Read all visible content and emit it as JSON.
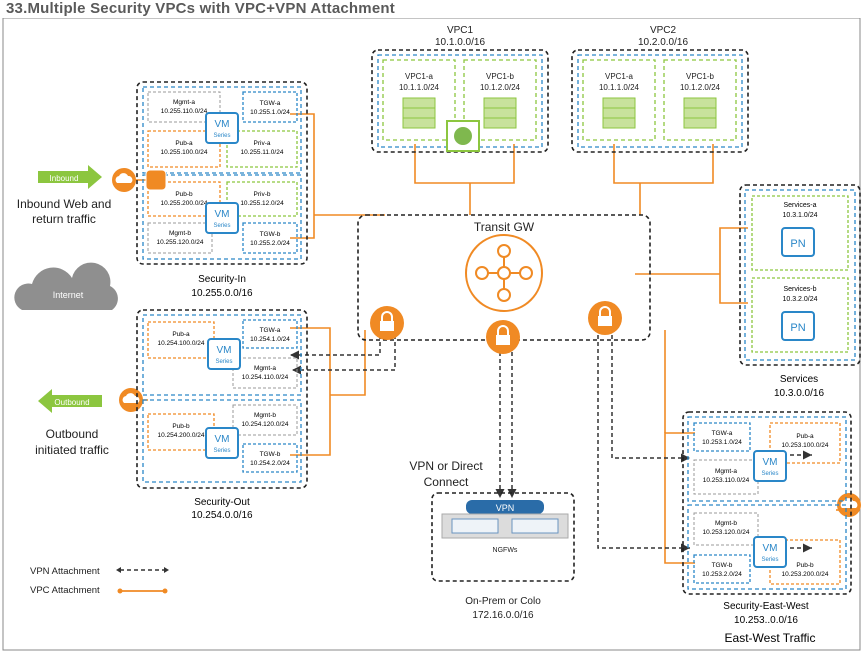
{
  "title": "33.Multiple Security VPCs with VPC+VPN Attachment",
  "colors": {
    "orange": "#f08a24",
    "green": "#8cc63f",
    "blue": "#2a87c8",
    "dark": "#222222",
    "gray": "#9a9a9a"
  },
  "vpc1": {
    "name": "VPC1",
    "cidr": "10.1.0.0/16",
    "subnet_a_name": "VPC1-a",
    "subnet_a_cidr": "10.1.1.0/24",
    "subnet_b_name": "VPC1-b",
    "subnet_b_cidr": "10.1.2.0/24"
  },
  "vpc2": {
    "name": "VPC2",
    "cidr": "10.2.0.0/16",
    "subnet_a_name": "VPC1-a",
    "subnet_a_cidr": "10.1.1.0/24",
    "subnet_b_name": "VPC1-b",
    "subnet_b_cidr": "10.1.2.0/24"
  },
  "security_in": {
    "name": "Security-In",
    "cidr": "10.255.0.0/16",
    "mgmt_a": "Mgmt-a",
    "mgmt_a_cidr": "10.255.110.0/24",
    "tgw_a": "TGW-a",
    "tgw_a_cidr": "10.255.1.0/24",
    "pub_a": "Pub-a",
    "pub_a_cidr": "10.255.100.0/24",
    "priv_a": "Priv-a",
    "priv_a_cidr": "10.255.11.0/24",
    "pub_b": "Pub-b",
    "pub_b_cidr": "10.255.200.0/24",
    "priv_b": "Priv-b",
    "priv_b_cidr": "10.255.12.0/24",
    "mgmt_b": "Mgmt-b",
    "mgmt_b_cidr": "10.255.120.0/24",
    "tgw_b": "TGW-b",
    "tgw_b_cidr": "10.255.2.0/24"
  },
  "security_out": {
    "name": "Security-Out",
    "cidr": "10.254.0.0/16",
    "pub_a": "Pub-a",
    "pub_a_cidr": "10.254.100.0/24",
    "tgw_a": "TGW-a",
    "tgw_a_cidr": "10.254.1.0/24",
    "mgmt_a": "Mgmt-a",
    "mgmt_a_cidr": "10.254.110.0/24",
    "pub_b": "Pub-b",
    "pub_b_cidr": "10.254.200.0/24",
    "mgmt_b": "Mgmt-b",
    "mgmt_b_cidr": "10.254.120.0/24",
    "tgw_b": "TGW-b",
    "tgw_b_cidr": "10.254.2.0/24"
  },
  "services": {
    "name": "Services",
    "cidr": "10.3.0.0/16",
    "a_name": "Services-a",
    "a_cidr": "10.3.1.0/24",
    "b_name": "Services-b",
    "b_cidr": "10.3.2.0/24",
    "pn": "PN"
  },
  "security_ew": {
    "name": "Security-East-West",
    "cidr": "10.253..0.0/16",
    "tgw_a": "TGW-a",
    "tgw_a_cidr": "10.253.1.0/24",
    "pub_a": "Pub-a",
    "pub_a_cidr": "10.253.100.0/24",
    "mgmt_a": "Mgmt-a",
    "mgmt_a_cidr": "10.253.110.0/24",
    "mgmt_b": "Mgmt-b",
    "mgmt_b_cidr": "10.253.120.0/24",
    "tgw_b": "TGW-b",
    "tgw_b_cidr": "10.253.2.0/24",
    "pub_b": "Pub-b",
    "pub_b_cidr": "10.253.200.0/24",
    "caption": "East-West Traffic"
  },
  "transit": {
    "name": "Transit GW"
  },
  "onprem": {
    "name": "On-Prem or Colo",
    "cidr": "172.16.0.0/16",
    "vpn": "VPN",
    "ngfws": "NGFWs",
    "connect_line1": "VPN or Direct",
    "connect_line2": "Connect"
  },
  "vm": {
    "line1": "VM",
    "line2": "Series"
  },
  "left": {
    "inbound_arrow": "Inbound",
    "inbound_line1": "Inbound Web and",
    "inbound_line2": "return traffic",
    "internet": "Internet",
    "outbound_arrow": "Outbound",
    "outbound_line1": "Outbound",
    "outbound_line2": "initiated traffic"
  },
  "legend": {
    "vpn": "VPN Attachment",
    "vpc": "VPC Attachment"
  }
}
